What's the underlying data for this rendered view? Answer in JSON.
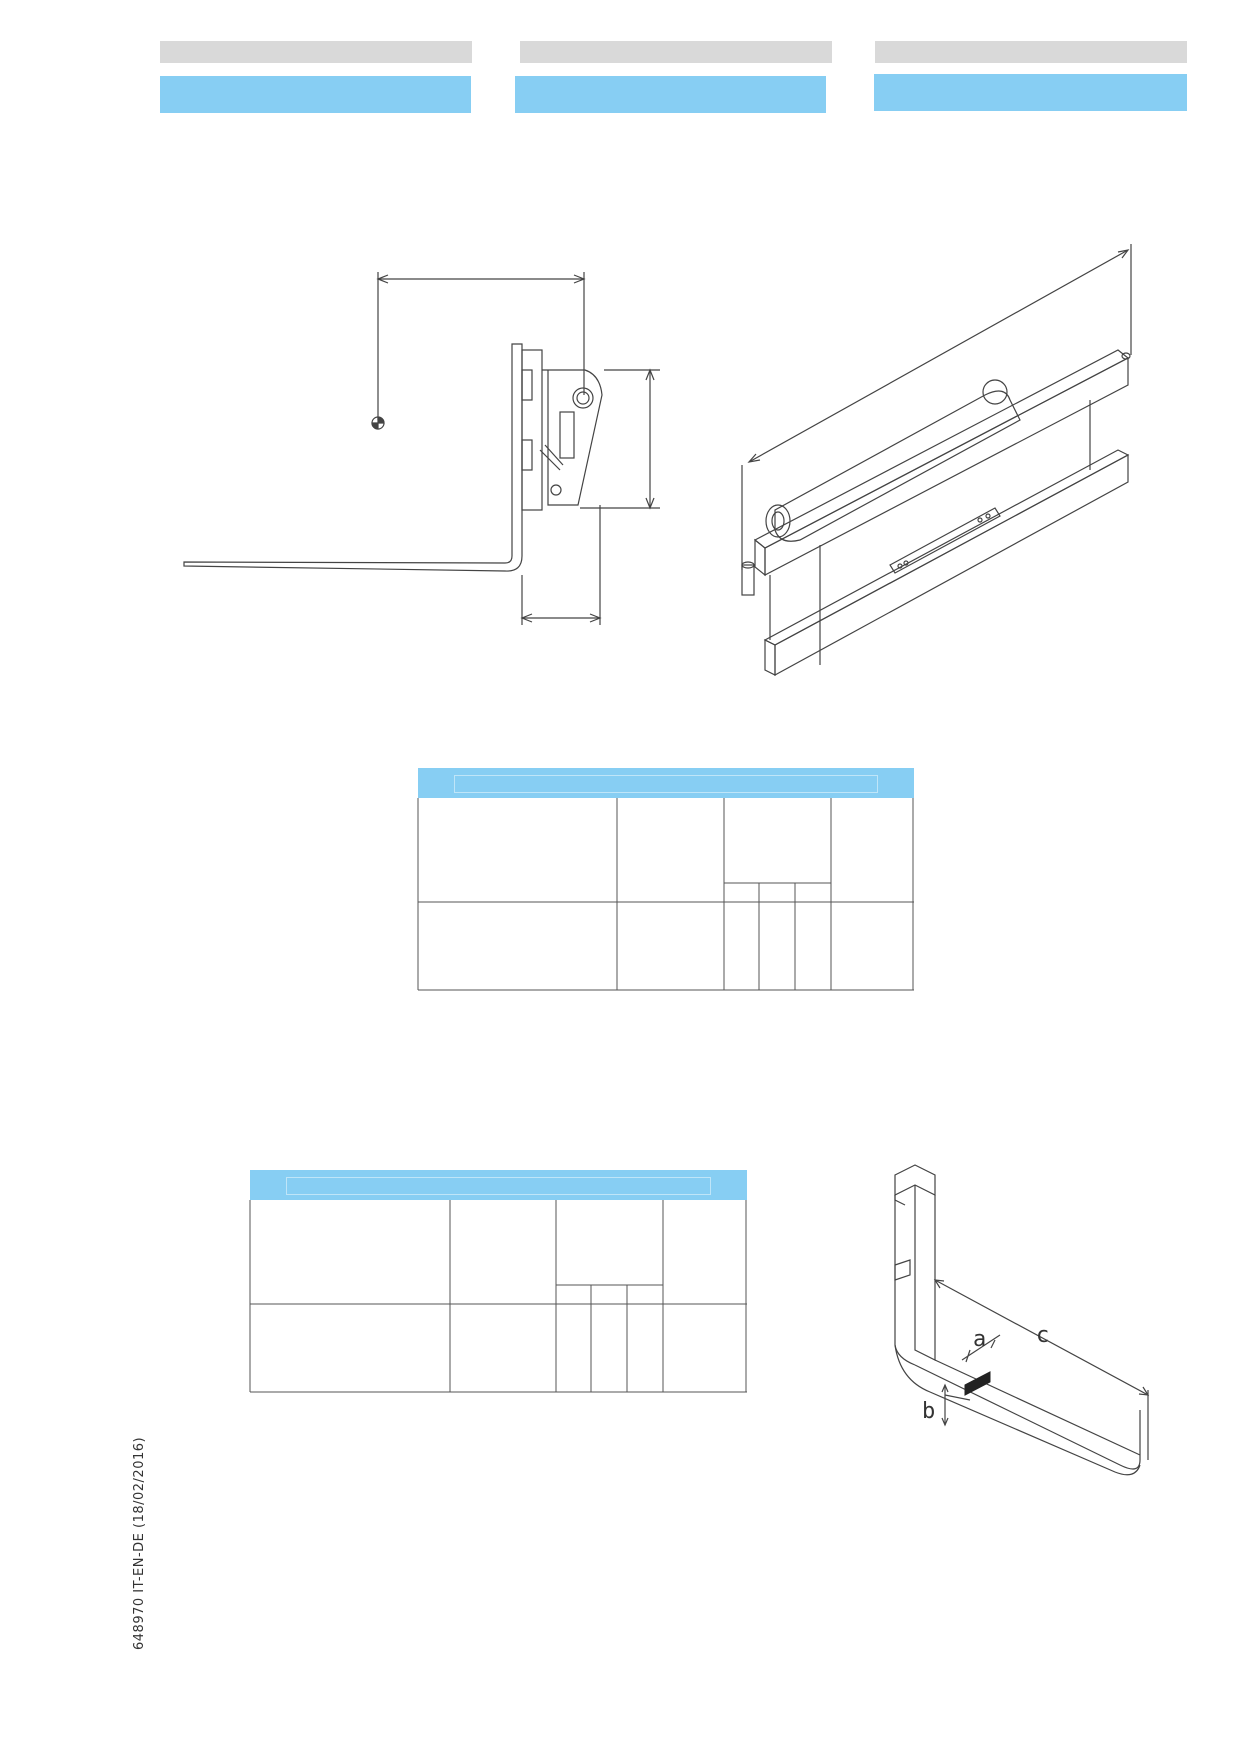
{
  "header": {
    "columns": [
      {
        "gray_label": "",
        "blue_label": ""
      },
      {
        "gray_label": "",
        "blue_label": ""
      },
      {
        "gray_label": "",
        "blue_label": ""
      }
    ]
  },
  "fork_diagram": {
    "dimension_labels": [
      "a",
      "c",
      "b"
    ]
  },
  "document_code": "648970 IT-EN-DE (18/02/2016)",
  "colors": {
    "header_gray": "#d9d9d9",
    "accent_blue": "#87cef3"
  }
}
